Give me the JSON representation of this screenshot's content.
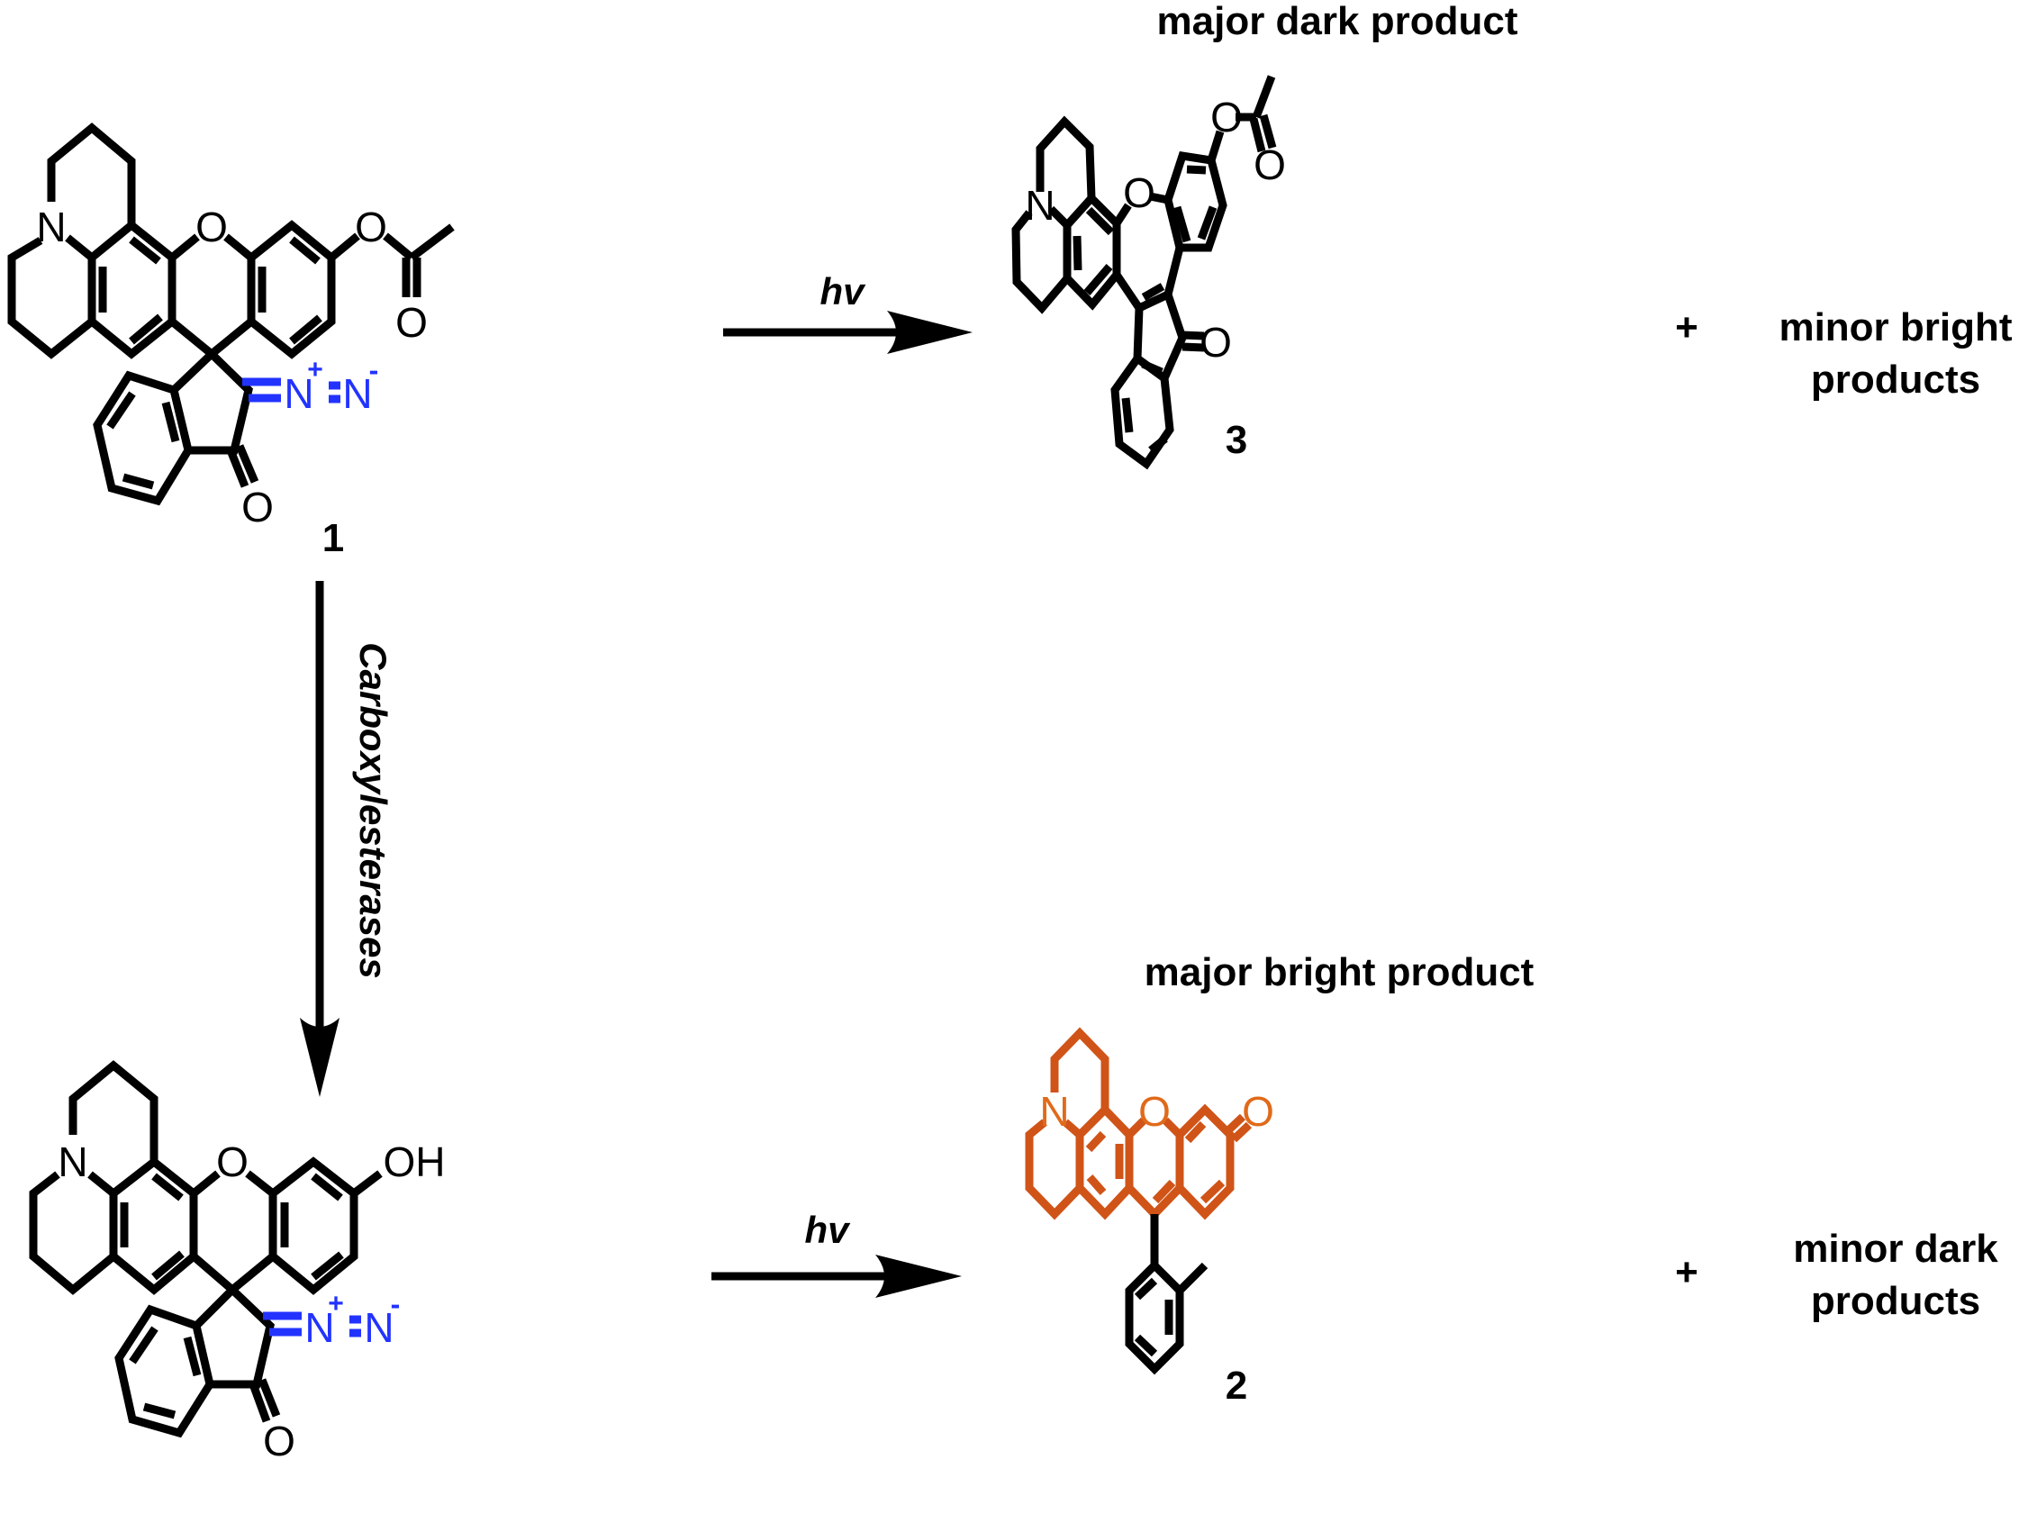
{
  "scheme": {
    "title_top": "major dark product",
    "title_bottom": "major bright product",
    "minor_top_line1": "minor bright",
    "minor_top_line2": "products",
    "minor_bottom_line1": "minor dark",
    "minor_bottom_line2": "products",
    "plus": "+",
    "condition_light": "hv",
    "condition_enzyme": "Carboxylesterases",
    "compound_numbers": {
      "c1": "1",
      "c2": "2",
      "c3": "3"
    },
    "atoms": {
      "N": "N",
      "O": "O",
      "OH": "OH",
      "diazo_n_plus": "N",
      "plus_charge": "+",
      "eq": "=",
      "diazo_n_minus": "N",
      "minus_charge": "-"
    },
    "colors": {
      "bond": "#000000",
      "diazo": "#2233ff",
      "fluorophore": "#d05418",
      "fluorophore_heteroatom": "#e06a1a"
    }
  }
}
